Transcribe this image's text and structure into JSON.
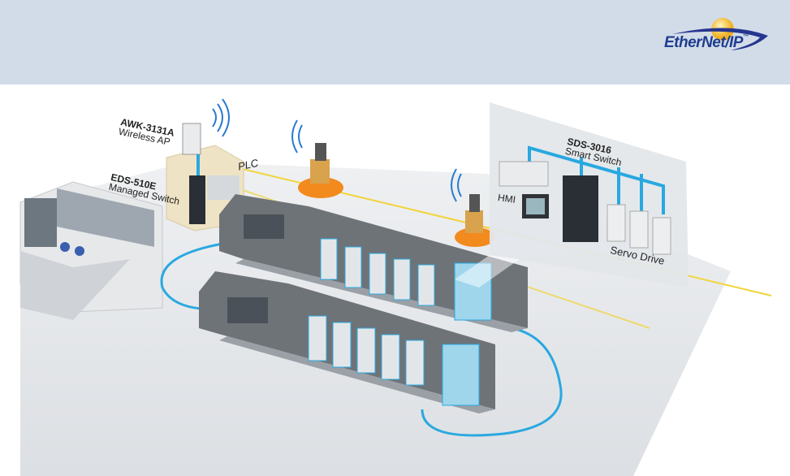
{
  "logo": {
    "text": "EtherNet/IP",
    "tm": "™"
  },
  "labels": {
    "awk_model": "AWK-3131A",
    "awk_desc": "Wireless AP",
    "eds_model": "EDS-510E",
    "eds_desc": "Managed Switch",
    "plc": "PLC",
    "sds_model": "SDS-3016",
    "sds_desc": "Smart Switch",
    "hmi": "HMI",
    "servo": "Servo Drive"
  },
  "colors": {
    "header": "#d2dce9",
    "link": "#29a8e0",
    "wireless": "#f2d43a",
    "agv": "#f28a1e"
  }
}
